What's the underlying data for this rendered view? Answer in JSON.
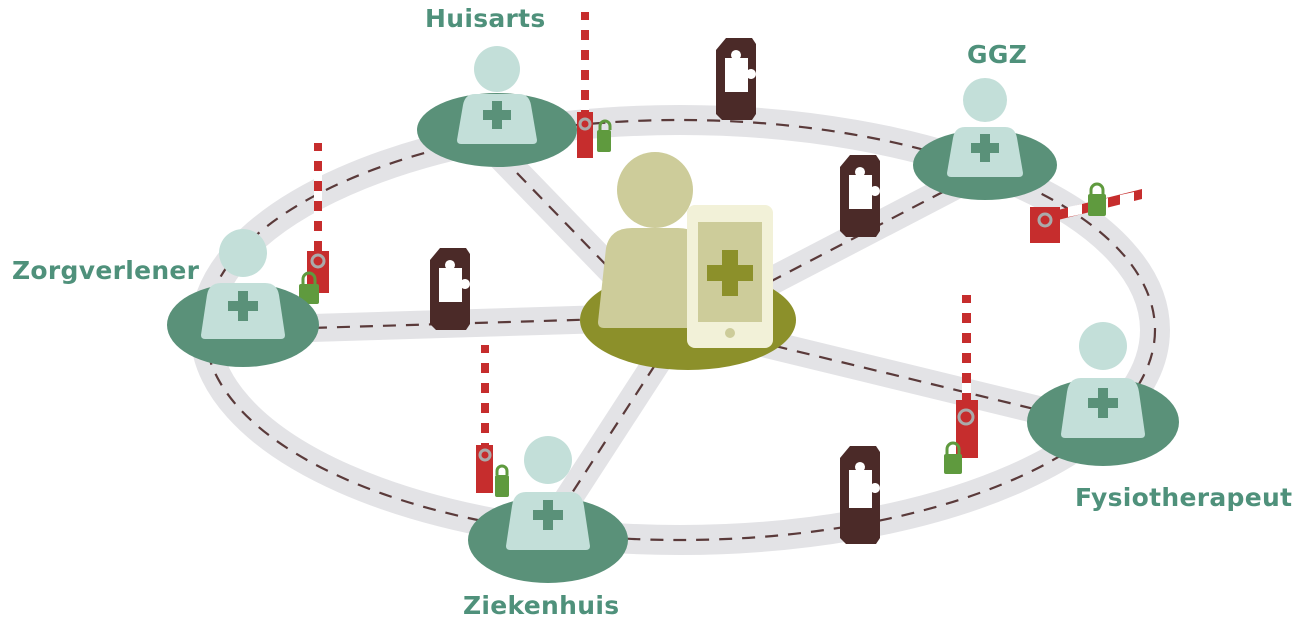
{
  "colors": {
    "label_text": "#4f917b",
    "road": "#e3e3e6",
    "dash": "#5a3a3a",
    "node_base": "#5a9179",
    "person": "#c3dfd9",
    "cross": "#5a9179",
    "center_base": "#8c902a",
    "center_person": "#cdcc9a",
    "phone_body": "#f2f1d8",
    "phone_screen": "#cdcc9a",
    "phone_cross": "#8c902a",
    "barrier_red": "#c62d2d",
    "barrier_white": "#ffffff",
    "lock_green": "#5f9a3e",
    "puzzle_card": "#4b2a28",
    "puzzle_piece": "#ffffff"
  },
  "nodes": [
    {
      "id": "huisarts",
      "label": "Huisarts"
    },
    {
      "id": "ggz",
      "label": "GGZ"
    },
    {
      "id": "zorgverlener",
      "label": "Zorgverlener"
    },
    {
      "id": "fysiotherapeut",
      "label": "Fysiotherapeut"
    },
    {
      "id": "ziekenhuis",
      "label": "Ziekenhuis"
    }
  ],
  "center": {
    "person_icon": "patient-icon",
    "device_icon": "smartphone-icon",
    "screen_icon": "medical-cross-icon"
  },
  "node_icons": {
    "person": "person-icon",
    "cross": "medical-cross-icon"
  },
  "decorations": {
    "barrier_icon": "barrier-gate-icon",
    "lock_icon": "padlock-icon",
    "puzzle_icon": "puzzle-piece-icon"
  }
}
